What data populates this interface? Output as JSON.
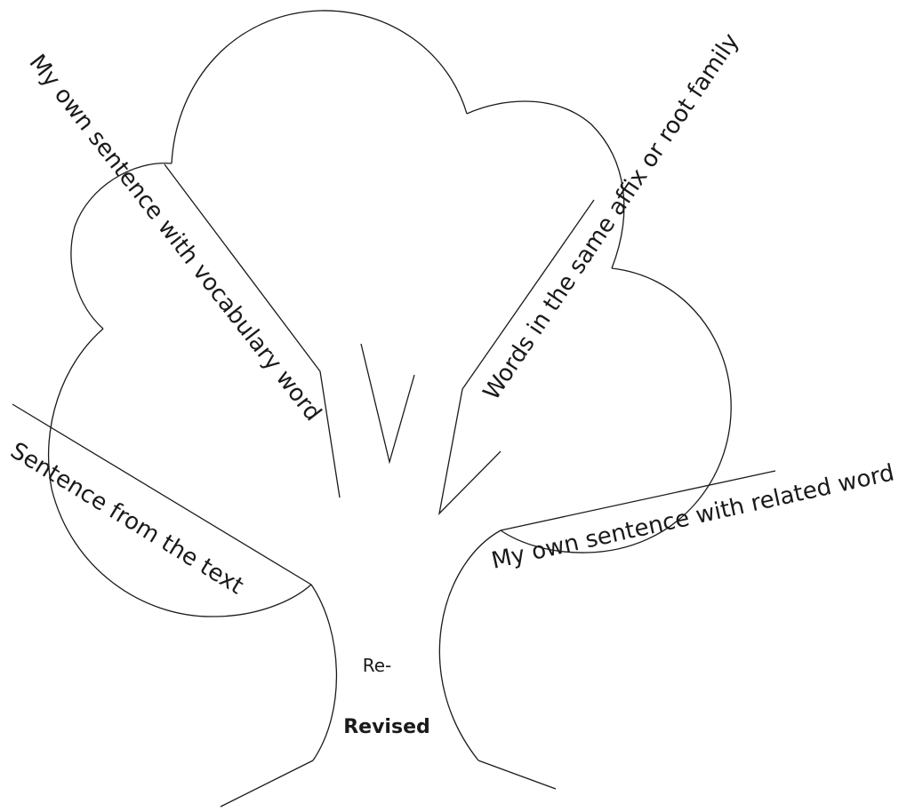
{
  "diagram": {
    "labels": {
      "vocab_sentence": "My own sentence with vocabulary word",
      "affix_family": "Words in the same affix or root family",
      "text_sentence": "Sentence from the text",
      "related_sentence": "My own sentence with related word"
    },
    "trunk": {
      "prefix": "Re-",
      "word": "Revised"
    }
  }
}
